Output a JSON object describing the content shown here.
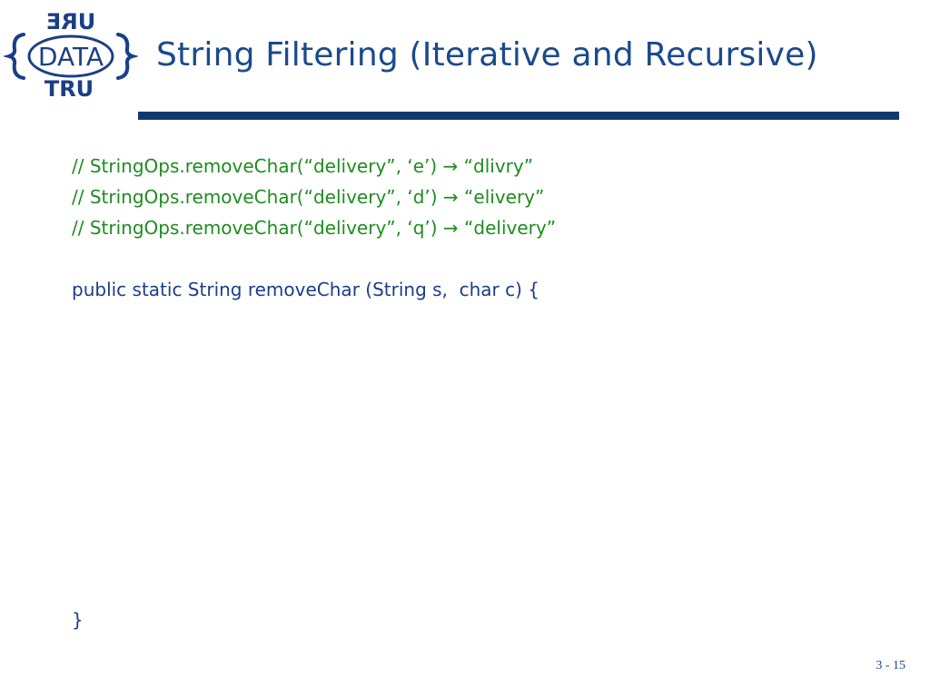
{
  "slide": {
    "title": "String Filtering (Iterative and Recursive)",
    "logo": {
      "top_text": "URE",
      "center_text": "DATA",
      "bottom_text": "TRU",
      "color": "#1b3f86"
    },
    "comments": [
      "// StringOps.removeChar(“delivery”, ‘e’) → “dlivry”",
      "// StringOps.removeChar(“delivery”, ‘d’) → “elivery”",
      "// StringOps.removeChar(“delivery”, ‘q’) → “delivery”"
    ],
    "signature": "public static String removeChar (String s,  char c) {",
    "closing_brace": "}",
    "page_number": "3 - 15"
  },
  "colors": {
    "title": "#1b4a8c",
    "rule": "#123872",
    "comment": "#1f8c1f",
    "code": "#1b3f86"
  }
}
